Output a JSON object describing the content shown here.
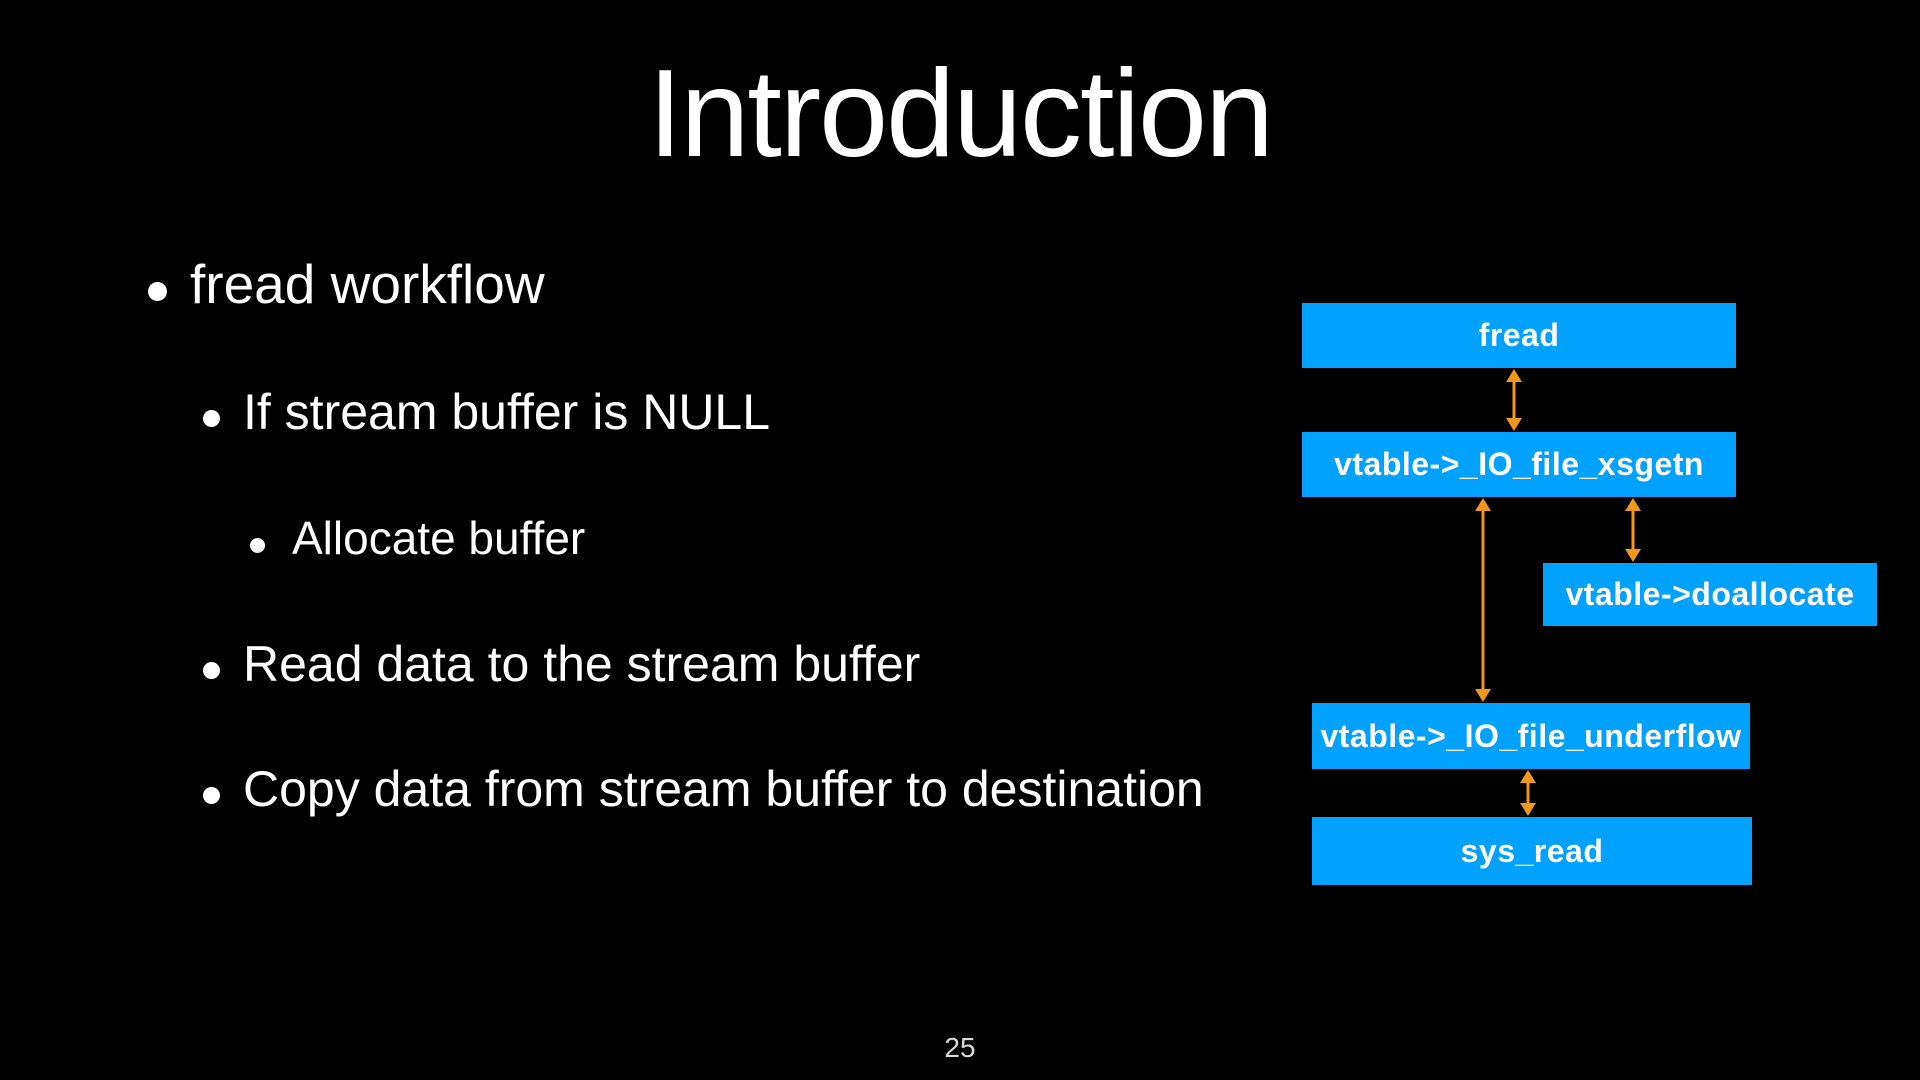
{
  "slide": {
    "title": "Introduction",
    "page_number": "25",
    "bullets": [
      {
        "level": 1,
        "text": "fread workflow"
      },
      {
        "level": 2,
        "text": "If stream buffer is NULL"
      },
      {
        "level": 3,
        "text": "Allocate buffer"
      },
      {
        "level": 2,
        "text": "Read data to the stream buffer"
      },
      {
        "level": 2,
        "text": "Copy data from stream buffer to destination"
      }
    ],
    "diagram": {
      "nodes": [
        {
          "id": "fread",
          "label": "fread"
        },
        {
          "id": "xsgetn",
          "label": "vtable->_IO_file_xsgetn"
        },
        {
          "id": "doallocate",
          "label": "vtable->doallocate"
        },
        {
          "id": "underflow",
          "label": "vtable->_IO_file_underflow"
        },
        {
          "id": "sys_read",
          "label": "sys_read"
        }
      ],
      "edges": [
        {
          "from": "fread",
          "to": "vtable->_IO_file_xsgetn",
          "type": "bidirectional"
        },
        {
          "from": "vtable->_IO_file_xsgetn",
          "to": "vtable->doallocate",
          "type": "bidirectional"
        },
        {
          "from": "vtable->_IO_file_xsgetn",
          "to": "vtable->_IO_file_underflow",
          "type": "bidirectional"
        },
        {
          "from": "vtable->_IO_file_underflow",
          "to": "sys_read",
          "type": "bidirectional"
        }
      ]
    },
    "colors": {
      "background": "#000000",
      "text_white": "#FFFFFF",
      "box_blue": "#00A1FF",
      "arrow_orange": "#F0971E",
      "page_number_gray": "#DADADA"
    }
  }
}
